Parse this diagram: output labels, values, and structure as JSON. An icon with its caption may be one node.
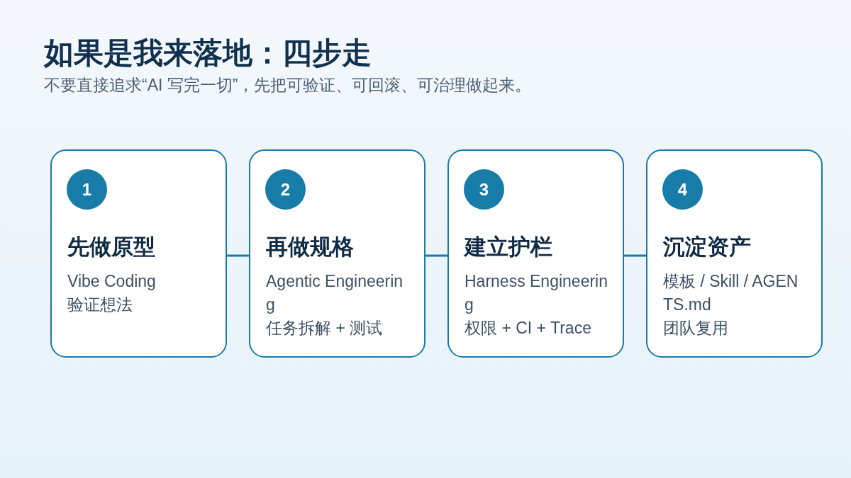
{
  "diagram": {
    "title": "如果是我来落地：四步走",
    "nodes": [
      {
        "text": [
          "先做原型",
          "Vibe Coding",
          "验证想法"
        ]
      },
      {
        "text": [
          "1"
        ],
        "in": 0
      },
      {
        "text": [
          "再做规格",
          "Agentic Engineering",
          "任务拆解 + 测试"
        ]
      },
      {
        "text": [
          "2"
        ],
        "in": 2
      },
      {
        "text": [
          "建立护栏",
          "Harness Engineering",
          "权限 + CI + Trace"
        ]
      },
      {
        "text": [
          "3"
        ],
        "in": 4
      },
      {
        "text": [
          "沉淀资产",
          "模板 / Skill / AGENTS.md",
          "团队复用"
        ]
      },
      {
        "text": [
          "4"
        ],
        "in": 6
      }
    ],
    "edges": [
      {
        "from": 0,
        "to": 2,
        "arrow": "none"
      },
      {
        "from": 2,
        "to": 4,
        "arrow": "none"
      },
      {
        "from": 4,
        "to": 6,
        "arrow": "none"
      }
    ],
    "labels": [
      "不要直接追求“AI 写完一切”，先把可验证、可回滚、可治理做起来。"
    ]
  }
}
